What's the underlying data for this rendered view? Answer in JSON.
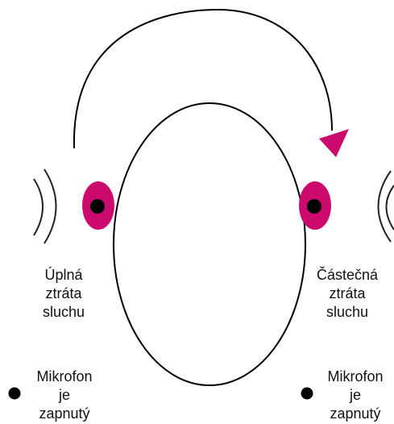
{
  "labels": {
    "left_ear": [
      "Úplná",
      "ztráta",
      "sluchu"
    ],
    "right_ear": [
      "Částečná",
      "ztráta",
      "sluchu"
    ],
    "left_mic": [
      "Mikrofon",
      "je",
      "zapnutý"
    ],
    "right_mic": [
      "Mikrofon",
      "je",
      "zapnutý"
    ]
  },
  "colors": {
    "ear": "#cc0a6e",
    "pupil": "#000000",
    "arrowhead": "#cc0a6e",
    "stroke": "#000000",
    "sound_waves": "#222222"
  },
  "icons": {
    "arrow": "curved-arrow-icon",
    "sound": "sound-wave-icon"
  }
}
